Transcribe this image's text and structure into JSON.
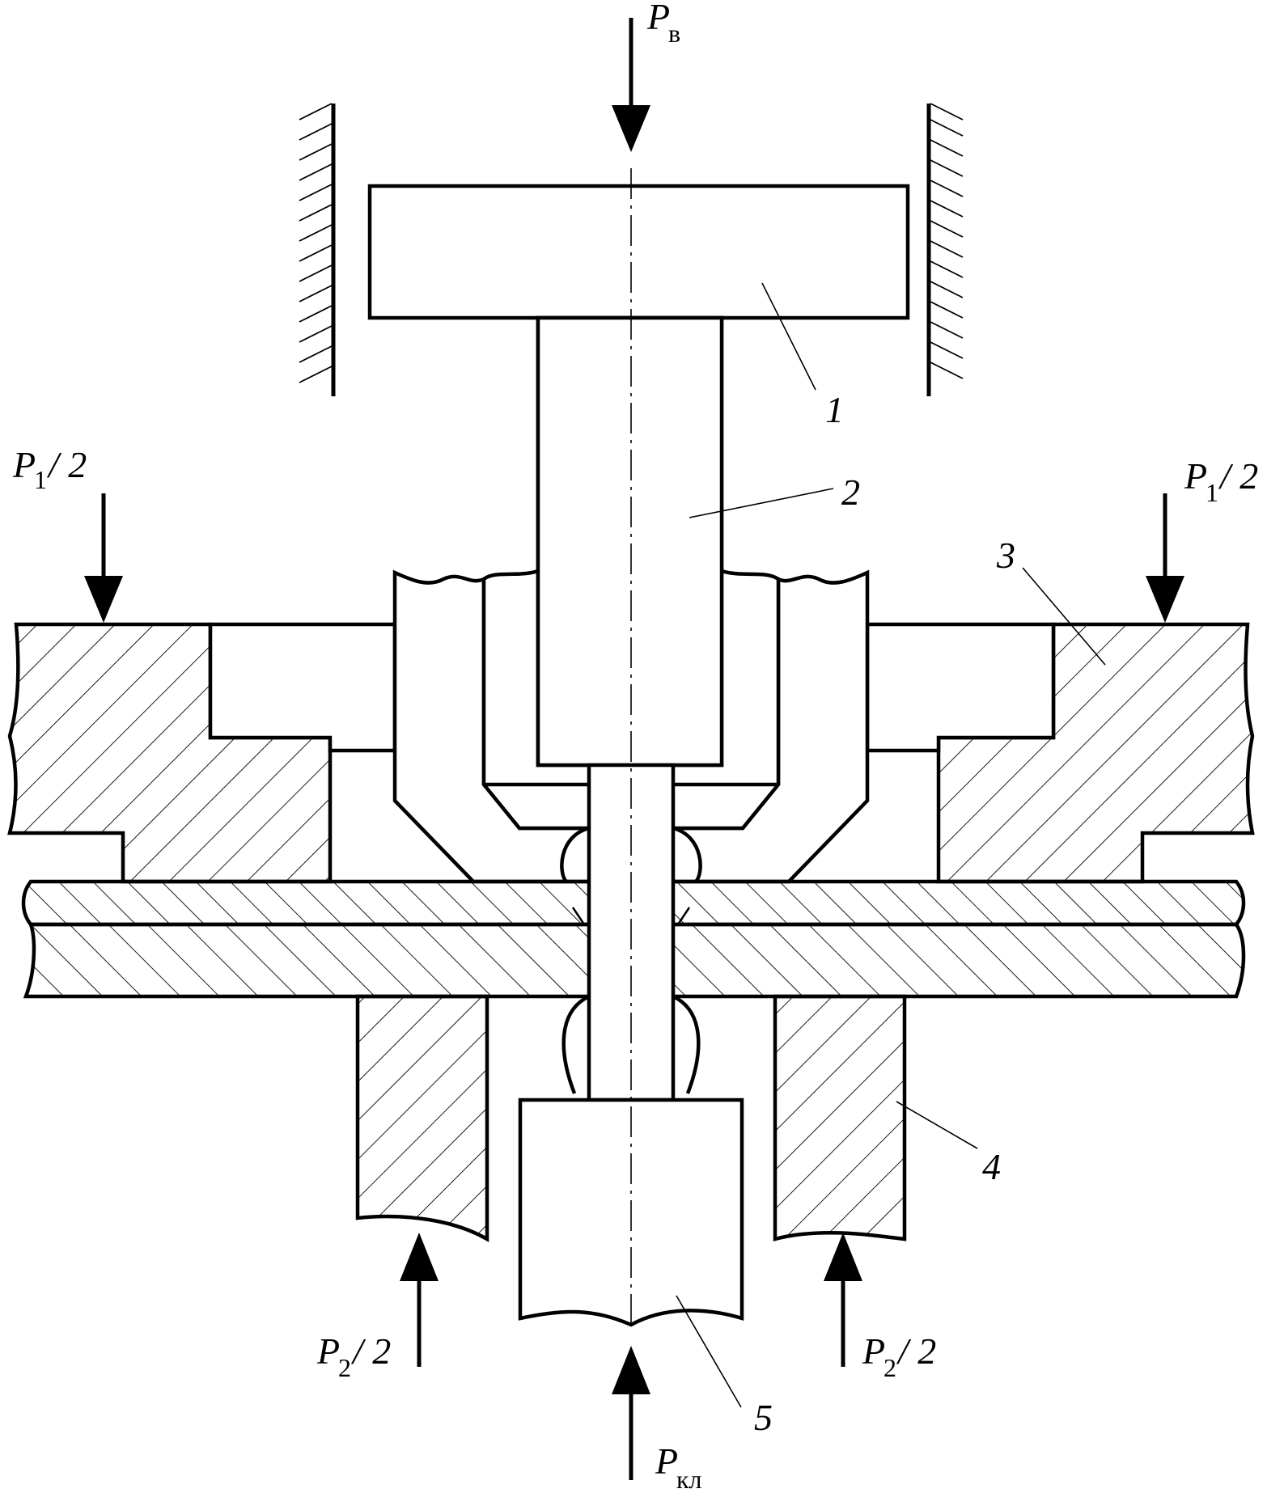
{
  "forces": {
    "top": {
      "main": "P",
      "sub": "в"
    },
    "bottom": {
      "main": "P",
      "sub": "кл"
    },
    "left_top": {
      "main": "P",
      "sub": "1",
      "tail": "/ 2"
    },
    "right_top": {
      "main": "P",
      "sub": "1",
      "tail": "/ 2"
    },
    "left_bottom": {
      "main": "P",
      "sub": "2",
      "tail": "/ 2"
    },
    "right_bottom": {
      "main": "P",
      "sub": "2",
      "tail": "/ 2"
    }
  },
  "parts": {
    "p1": "1",
    "p2": "2",
    "p3": "3",
    "p4": "4",
    "p5": "5"
  }
}
